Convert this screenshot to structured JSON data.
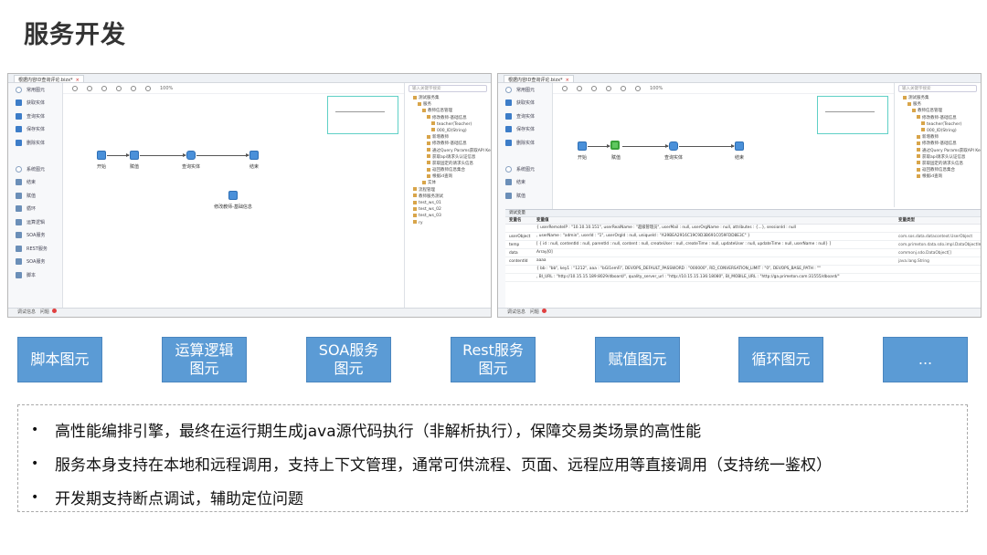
{
  "title": "服务开发",
  "left_shot": {
    "tab": "根据内容ID查询评论.bizx*",
    "palette": [
      "常用图元",
      "获取实体",
      "查询实体",
      "保存实体",
      "删除实体",
      "",
      "系统图元",
      "结束",
      "赋值",
      "循环",
      "运算逻辑",
      "SOA服务",
      "REST服务",
      "SOA服务",
      "脚本"
    ],
    "zoom": "100%",
    "nodes": [
      "开始",
      "赋值",
      "查询实体",
      "结束"
    ],
    "floating_node": "修改教师-基础信息",
    "tree_search": "输入关键字搜索",
    "tree": [
      "测试服务集",
      "服务",
      "教师信息管理",
      "修改教师-基础信息",
      "teacher(Teacher)",
      "000_ID(String)",
      "新增教师",
      "修改教师-基础信息",
      "通过Query Params获取API Key",
      "获取api请求头认证信息",
      "获取固定的请求头信息",
      "返回教师信息集合",
      "根据id查询",
      "实体",
      "流程管理",
      "教师服务测试",
      "test_ws_01",
      "test_ws_02",
      "test_ws_03",
      "ry"
    ],
    "status": [
      "调试信息",
      "问题"
    ]
  },
  "right_shot": {
    "tab": "根据内容ID查询评论.bizx*",
    "palette": [
      "常用图元",
      "获取实体",
      "查询实体",
      "保存实体",
      "删除实体",
      "",
      "系统图元",
      "结束",
      "赋值"
    ],
    "zoom": "100%",
    "nodes": [
      "开始",
      "赋值",
      "查询实体",
      "结束"
    ],
    "tree_search": "输入关键字搜索",
    "tree": [
      "测试服务集",
      "服务",
      "教师信息管理",
      "修改教师-基础信息",
      "teacher(Teacher)",
      "000_ID(String)",
      "新增教师",
      "修改教师-基础信息",
      "通过Query Params获取API Key",
      "获取api请求头认证信息",
      "获取固定的请求头信息",
      "返回教师信息集合",
      "根据id查询"
    ],
    "debug_title": "调试变量",
    "debug_cols": {
      "name": "变量名",
      "value": "变量值",
      "type": "变量类型"
    },
    "debug_rows": [
      {
        "name": "",
        "value": "{ userRemoteIP : \"10.10.10.151\", userRealName : \"超级管理员\", userMail : null, userOrgName : null, attributes : {...}, sessionId : null",
        "type": ""
      },
      {
        "name": "userObject",
        "value": ", userName : \"admin\", userId : \"1\", userOrgId : null, uniqueId : \"A39BEA2916C19C9D3B691C059FDD8E3C\" }",
        "type": "com.sos.data.datacontext.UserObject"
      },
      {
        "name": "temp",
        "value": "[ { id : null, contentId : null, parentId : null, content : null, createUser : null, createTime : null, updateUser : null, updateTime : null, userName : null} ]",
        "type": "com.primeton.data.sdo.impl.DataObjectImpl"
      },
      {
        "name": "data",
        "value": "Array[0]",
        "type": "commonj.sdo.DataObject[]"
      },
      {
        "name": "contentId",
        "value": "aaaa",
        "type": "java.lang.String"
      },
      {
        "name": "",
        "value": "{ bb : \"bb\", key1 : \"1212\", aaa : \"bGl1emFi\", DEVOPS_DEFAULT_PASSWORD : \"000000\", RD_CONVERSATION_LIMIT : \"0\", DEVOPS_BASE_PATH : \"\"",
        "type": ""
      },
      {
        "name": "",
        "value": ", BI_URL : \"http://10.15.15.189:8029/dboard/\", quality_server_url : \"http://10.15.15.136:18080\", BI_MOBILE_URL : \"http://ga.primeton.com:31555/dboard/\"",
        "type": ""
      }
    ],
    "status": [
      "调试信息",
      "问题"
    ]
  },
  "tiles": [
    "脚本图元",
    "运算逻辑\n图元",
    "SOA服务\n图元",
    "Rest服务\n图元",
    "赋值图元",
    "循环图元",
    "..."
  ],
  "bullets": [
    "高性能编排引擎，最终在运行期生成java源代码执行（非解析执行），保障交易类场景的高性能",
    "服务本身支持在本地和远程调用，支持上下文管理，通常可供流程、页面、远程应用等直接调用（支持统一鉴权）",
    "开发期支持断点调试，辅助定位问题"
  ]
}
